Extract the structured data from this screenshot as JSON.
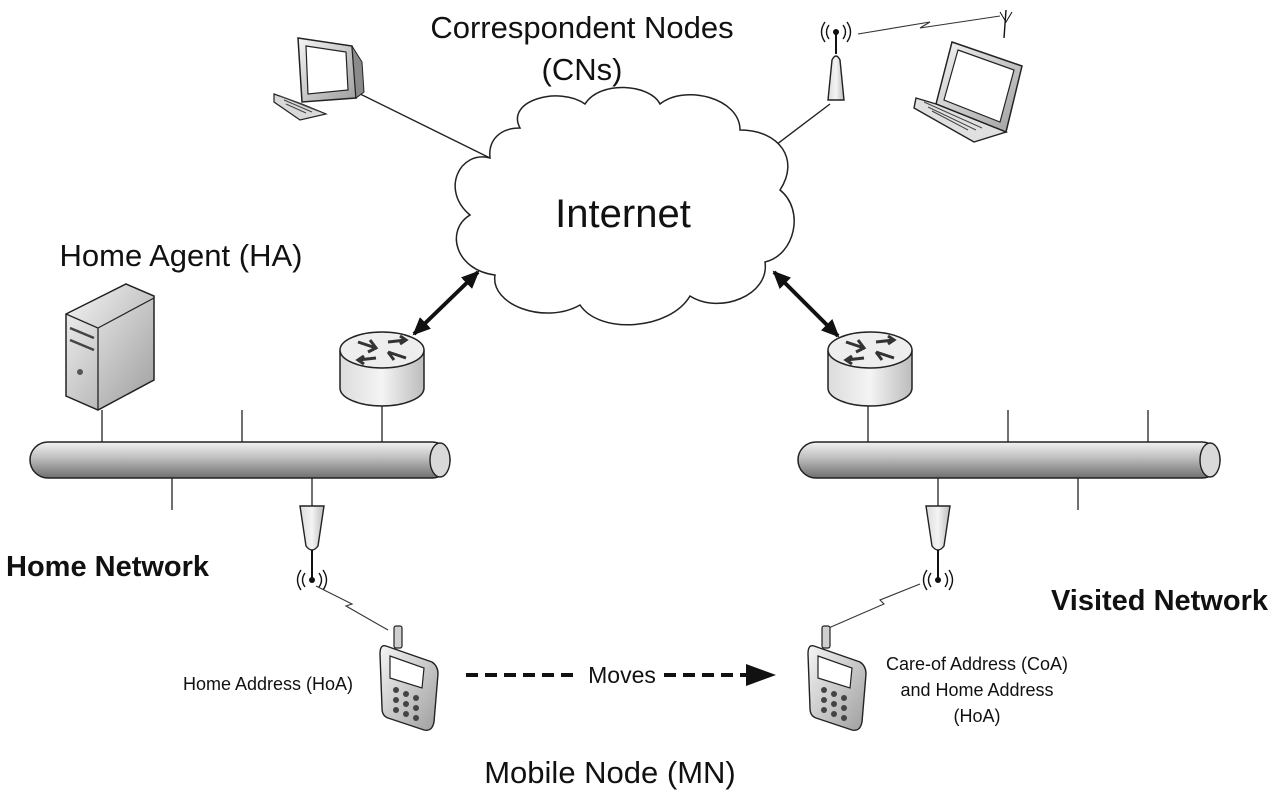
{
  "labels": {
    "correspondent_line1": "Correspondent Nodes",
    "correspondent_line2": "(CNs)",
    "internet": "Internet",
    "home_agent": "Home Agent (HA)",
    "home_network": "Home Network",
    "visited_network": "Visited Network",
    "home_address": "Home Address (HoA)",
    "moves": "Moves",
    "coa_line1": "Care-of Address (CoA)",
    "coa_line2": "and Home Address",
    "coa_line3": "(HoA)",
    "mobile_node": "Mobile Node (MN)"
  },
  "icons": [
    "desktop-computer-icon",
    "laptop-icon",
    "access-point-icon",
    "router-icon",
    "server-icon",
    "mobile-phone-icon",
    "cloud-icon",
    "network-bus-icon"
  ],
  "colors": {
    "stroke": "#222222",
    "fill_light": "#e6e6e6",
    "fill_dark": "#7a7a7a",
    "text": "#111111"
  }
}
